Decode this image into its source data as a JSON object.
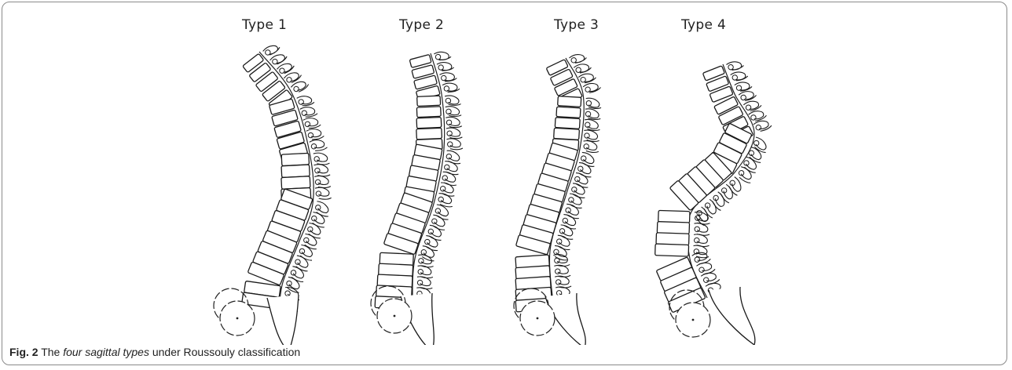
{
  "figure": {
    "types": [
      {
        "label": "Type 1"
      },
      {
        "label": "Type 2"
      },
      {
        "label": "Type 3"
      },
      {
        "label": "Type 4"
      }
    ],
    "caption": {
      "fig_label": "Fig. 2",
      "pre": "The",
      "emphasis": "four sagittal types",
      "post": "under Roussouly classification"
    }
  }
}
